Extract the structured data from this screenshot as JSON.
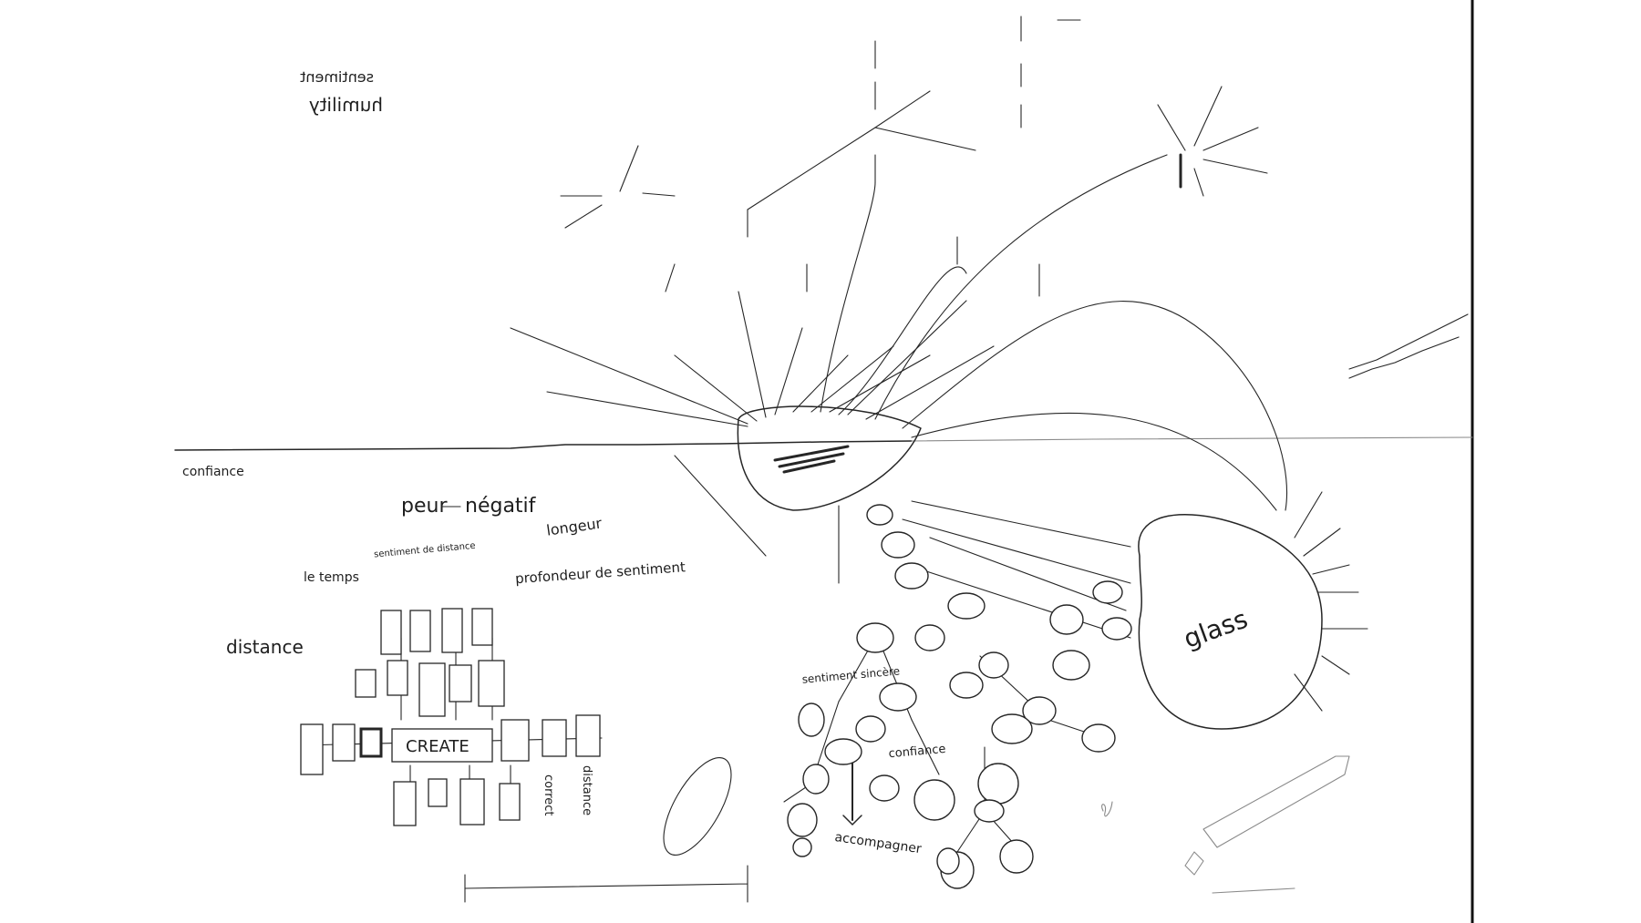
{
  "sketch": {
    "glass_label": "glass",
    "left_words": {
      "confiance": "confiance",
      "peur": "peur",
      "negatif": "négatif",
      "longeur": "longeur",
      "profondeur": "profondeur de sentiment",
      "le_temps": "le temps",
      "distance": "distance",
      "sentiment_distance": "sentiment de distance"
    },
    "right_words": {
      "sentiment_sincere": "sentiment sincère",
      "confiance": "confiance",
      "accompagner": "accompagner"
    },
    "box_labels": {
      "center": "CREATE",
      "right_vertical_1": "correct",
      "right_vertical_2": "distance"
    },
    "mirrored_text": {
      "top_left_1": "sentiment",
      "top_left_2": "humility"
    }
  }
}
